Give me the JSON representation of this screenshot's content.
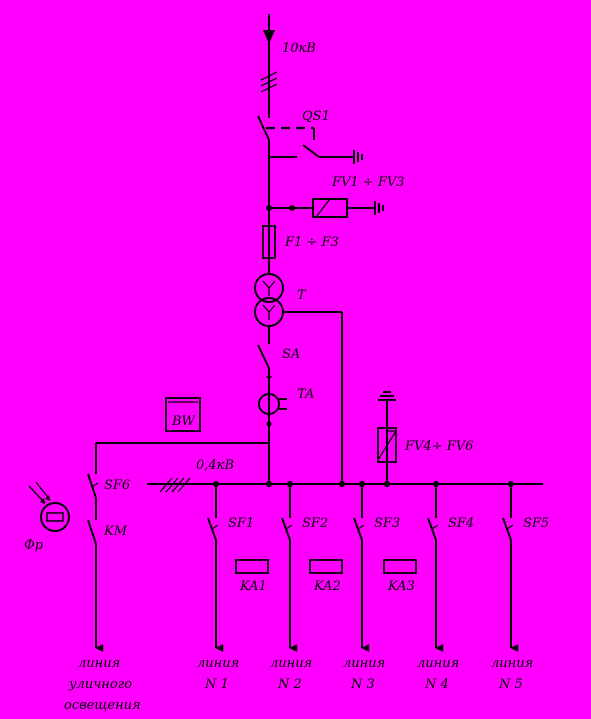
{
  "labels": {
    "voltage_hv": "10кВ",
    "qs1": "QS1",
    "surge_hv": "FV1 ÷ FV3",
    "fuses": "F1 ÷ F3",
    "transformer": "T",
    "switch_sa": "SA",
    "current_transformer": "TA",
    "meter": "BW",
    "voltage_lv": "0,4кВ",
    "surge_lv": "FV4÷ FV6",
    "sf6": "SF6",
    "km": "KM",
    "photo_relay": "Фр",
    "sf1": "SF1",
    "sf2": "SF2",
    "sf3": "SF3",
    "sf4": "SF4",
    "sf5": "SF5",
    "ka1": "KA1",
    "ka2": "KA2",
    "ka3": "KA3"
  },
  "lines": {
    "street": [
      "линия",
      "уличного",
      "освещения"
    ],
    "line1": [
      "линия",
      "N 1"
    ],
    "line2": [
      "линия",
      "N 2"
    ],
    "line3": [
      "линия",
      "N 3"
    ],
    "line4": [
      "линия",
      "N 4"
    ],
    "line5": [
      "линия",
      "N 5"
    ]
  },
  "colors": {
    "background": "#ff00ff",
    "stroke": "#000000"
  }
}
